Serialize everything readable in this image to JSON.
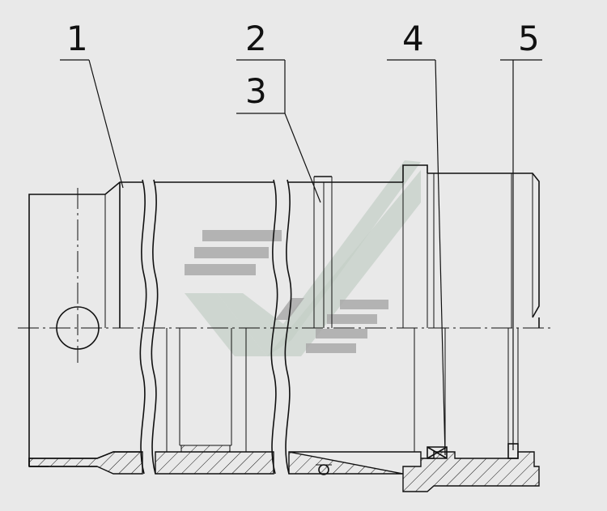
{
  "callouts": [
    {
      "id": "c1",
      "label": "1"
    },
    {
      "id": "c2",
      "label": "2"
    },
    {
      "id": "c3",
      "label": "3"
    },
    {
      "id": "c4",
      "label": "4"
    },
    {
      "id": "c5",
      "label": "5"
    }
  ],
  "colors": {
    "background": "#e9e9e9",
    "line": "#111111",
    "watermark_dark": "#a9a9a9",
    "watermark_light": "#c4cfc7"
  },
  "icons": {
    "watermark": "logo-watermark-icon"
  }
}
